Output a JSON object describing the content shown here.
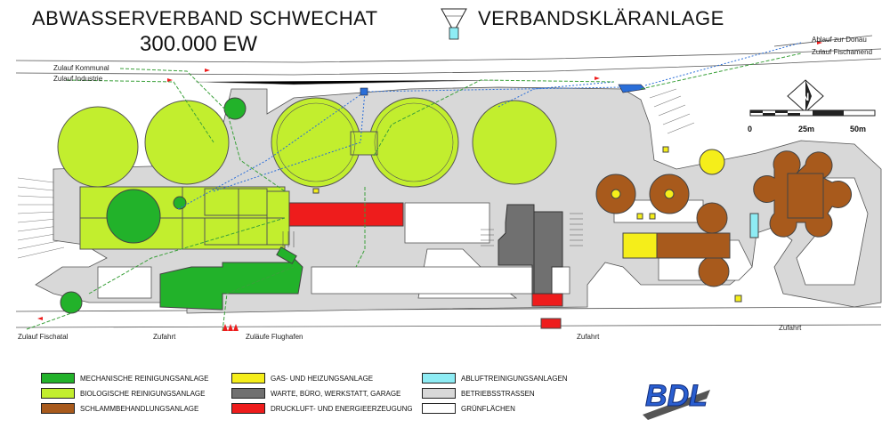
{
  "header": {
    "title_left": "ABWASSERVERBAND SCHWECHAT",
    "title_right": "VERBANDSKLÄRANLAGE",
    "subtitle": "300.000  EW"
  },
  "labels": {
    "zulauf_kommunal": "Zulauf Kommunal",
    "zulauf_industrie": "Zulauf Industrie",
    "ablauf_donau": "Ablauf zur Donau",
    "zulauf_fischamend": "Zulauf Fischamend",
    "zulauf_fischatal": "Zulauf Fischatal",
    "zufahrt_1": "Zufahrt",
    "zulaeufe_flughafen": "Zuläufe Flughafen",
    "zufahrt_2": "Zufahrt",
    "zufahrt_3": "Zufahrt"
  },
  "scale": {
    "t0": "0",
    "t25": "25m",
    "t50": "50m"
  },
  "north_letter": "N",
  "logo_text": "BDL",
  "legend": [
    {
      "label": "MECHANISCHE REINIGUNGSANLAGE",
      "color": "#22b22a"
    },
    {
      "label": "BIOLOGISCHE REINIGUNGSANLAGE",
      "color": "#c2ee2e"
    },
    {
      "label": "SCHLAMMBEHANDLUNGSANLAGE",
      "color": "#a85a1c"
    },
    {
      "label": "GAS- UND HEIZUNGSANLAGE",
      "color": "#f5ee1a"
    },
    {
      "label": "WARTE, BÜRO, WERKSTATT, GARAGE",
      "color": "#707070"
    },
    {
      "label": "DRUCKLUFT- UND ENERGIEERZEUGUNG",
      "color": "#ee1c1c"
    },
    {
      "label": "ABLUFTREINIGUNGSANLAGEN",
      "color": "#8eecf4"
    },
    {
      "label": "BETRIEBSSTRASSEN",
      "color": "#d8d8d8"
    },
    {
      "label": "GRÜNFLÄCHEN",
      "color": "#ffffff"
    }
  ],
  "colors": {
    "mech": "#22b22a",
    "bio": "#c2ee2e",
    "sludge": "#a85a1c",
    "gas": "#f5ee1a",
    "office": "#707070",
    "power": "#ee1c1c",
    "exhaust": "#8eecf4",
    "road": "#d8d8d8",
    "pipe_blue": "#2a6ed8",
    "pipe_green": "#3aa03a"
  }
}
